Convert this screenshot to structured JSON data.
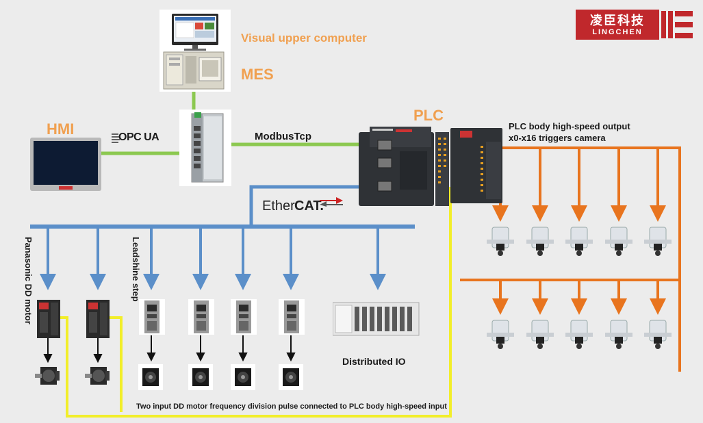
{
  "labels": {
    "visual_upper": "Visual upper computer",
    "mes": "MES",
    "hmi": "HMI",
    "opc_ua": "OPC UA",
    "modbus": "ModbusTcp",
    "plc": "PLC",
    "plc_output_line1": "PLC body high-speed output",
    "plc_output_line2": "x0-x16 triggers camera",
    "ethercat_prefix": "Ether",
    "ethercat_suffix": "CAT.",
    "panasonic": "Panasonic DD motor",
    "leadshine": "Leadshine step",
    "distributed_io": "Distributed IO",
    "bottom_note": "Two input DD motor frequency division pulse connected to PLC body high-speed input"
  },
  "logo": {
    "chinese": "凌臣科技",
    "english": "LINGCHEN"
  },
  "colors": {
    "background": "#ececec",
    "green_link": "#8cc850",
    "blue_link": "#5b8fc9",
    "orange_link": "#e8741e",
    "yellow_link": "#f2ee2a",
    "label_orange": "#f0a050",
    "logo_red": "#c0282c"
  },
  "icons": [
    "computer-icon",
    "industrial-pc-icon",
    "hmi-screen-icon",
    "switch-icon",
    "plc-icon",
    "servo-drive-icon",
    "stepper-driver-icon",
    "motor-icon",
    "io-module-icon",
    "camera-icon"
  ]
}
